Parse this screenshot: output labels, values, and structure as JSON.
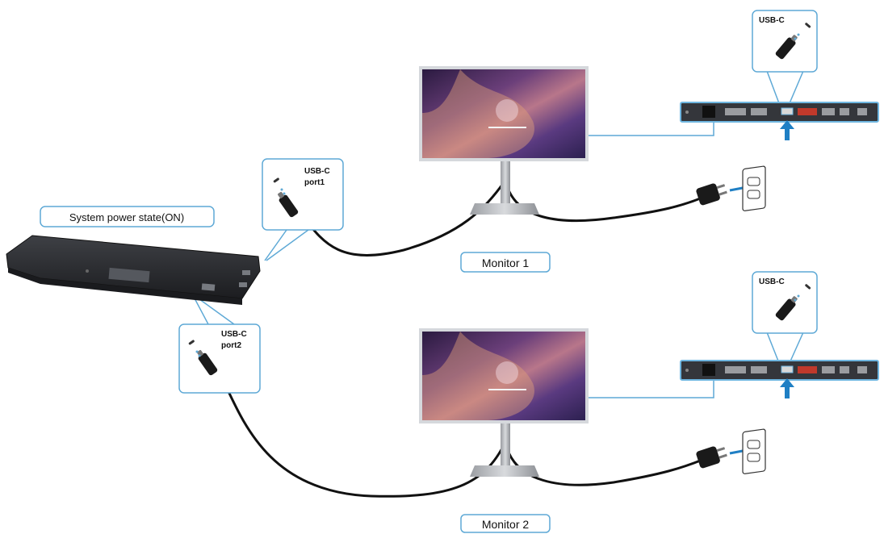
{
  "labels": {
    "system_power_state": "System power state(ON)",
    "monitor_1": "Monitor 1",
    "monitor_2": "Monitor 2",
    "usb_c_port1_line1": "USB-C",
    "usb_c_port1_line2": "port1",
    "usb_c_port2_line1": "USB-C",
    "usb_c_port2_line2": "port2",
    "usb_c_top": "USB-C",
    "usb_c_bottom": "USB-C"
  },
  "colors": {
    "callout_border": "#5ea9d6",
    "cable": "#111111",
    "arrow": "#1f7fc4",
    "monitor_frame": "#d5d8dc",
    "dock_body": "#2a2c30",
    "panel_body": "#34363b",
    "panel_highlight": "#6fb6e0"
  }
}
